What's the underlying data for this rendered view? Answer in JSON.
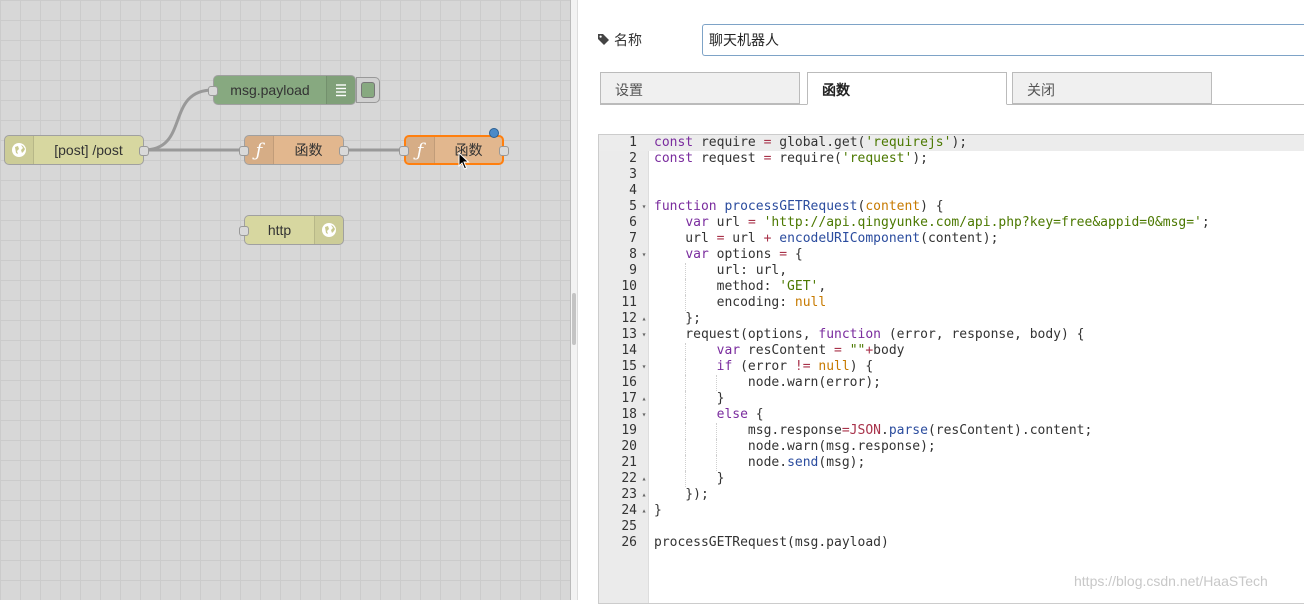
{
  "canvas": {
    "nodes": {
      "post_label": "[post] /post",
      "func1_label": "函数",
      "func2_label": "函数",
      "http_label": "http",
      "debug_label": "msg.payload"
    }
  },
  "editor": {
    "name_label": "名称",
    "name_value": "聊天机器人",
    "tabs": [
      {
        "label": "设置"
      },
      {
        "label": "函数"
      },
      {
        "label": "关闭"
      }
    ],
    "active_tab": 1,
    "code_lines": [
      {
        "n": "1",
        "fold": "",
        "code": "const require = global.get('requirejs');"
      },
      {
        "n": "2",
        "fold": "",
        "code": "const request = require('request');"
      },
      {
        "n": "3",
        "fold": "",
        "code": ""
      },
      {
        "n": "4",
        "fold": "",
        "code": ""
      },
      {
        "n": "5",
        "fold": "▾",
        "code": "function processGETRequest(content) {"
      },
      {
        "n": "6",
        "fold": "",
        "code": "    var url = 'http://api.qingyunke.com/api.php?key=free&appid=0&msg=';"
      },
      {
        "n": "7",
        "fold": "",
        "code": "    url = url + encodeURIComponent(content);"
      },
      {
        "n": "8",
        "fold": "▾",
        "code": "    var options = {"
      },
      {
        "n": "9",
        "fold": "",
        "code": "        url: url,"
      },
      {
        "n": "10",
        "fold": "",
        "code": "        method: 'GET',"
      },
      {
        "n": "11",
        "fold": "",
        "code": "        encoding: null"
      },
      {
        "n": "12",
        "fold": "▴",
        "code": "    };"
      },
      {
        "n": "13",
        "fold": "▾",
        "code": "    request(options, function (error, response, body) {"
      },
      {
        "n": "14",
        "fold": "",
        "code": "        var resContent = \"\"+body"
      },
      {
        "n": "15",
        "fold": "▾",
        "code": "        if (error != null) {"
      },
      {
        "n": "16",
        "fold": "",
        "code": "            node.warn(error);"
      },
      {
        "n": "17",
        "fold": "▴",
        "code": "        }"
      },
      {
        "n": "18",
        "fold": "▾",
        "code": "        else {"
      },
      {
        "n": "19",
        "fold": "",
        "code": "            msg.response=JSON.parse(resContent).content;"
      },
      {
        "n": "20",
        "fold": "",
        "code": "            node.warn(msg.response);"
      },
      {
        "n": "21",
        "fold": "",
        "code": "            node.send(msg);"
      },
      {
        "n": "22",
        "fold": "▴",
        "code": "        }"
      },
      {
        "n": "23",
        "fold": "▴",
        "code": "    });"
      },
      {
        "n": "24",
        "fold": "▴",
        "code": "}"
      },
      {
        "n": "25",
        "fold": "",
        "code": ""
      },
      {
        "n": "26",
        "fold": "",
        "code": "processGETRequest(msg.payload)"
      }
    ]
  },
  "watermark": "https://blog.csdn.net/HaaSTech",
  "icons": {
    "tag": "tag-icon",
    "function": "function-icon",
    "http": "globe-icon",
    "debug": "list-icon"
  },
  "colors": {
    "function_node": "#e2b78e",
    "http_node": "#d7d7a0",
    "debug_node": "#87a980",
    "selected_border": "#ff7f0e",
    "changed_dot": "#4a8ac8"
  }
}
